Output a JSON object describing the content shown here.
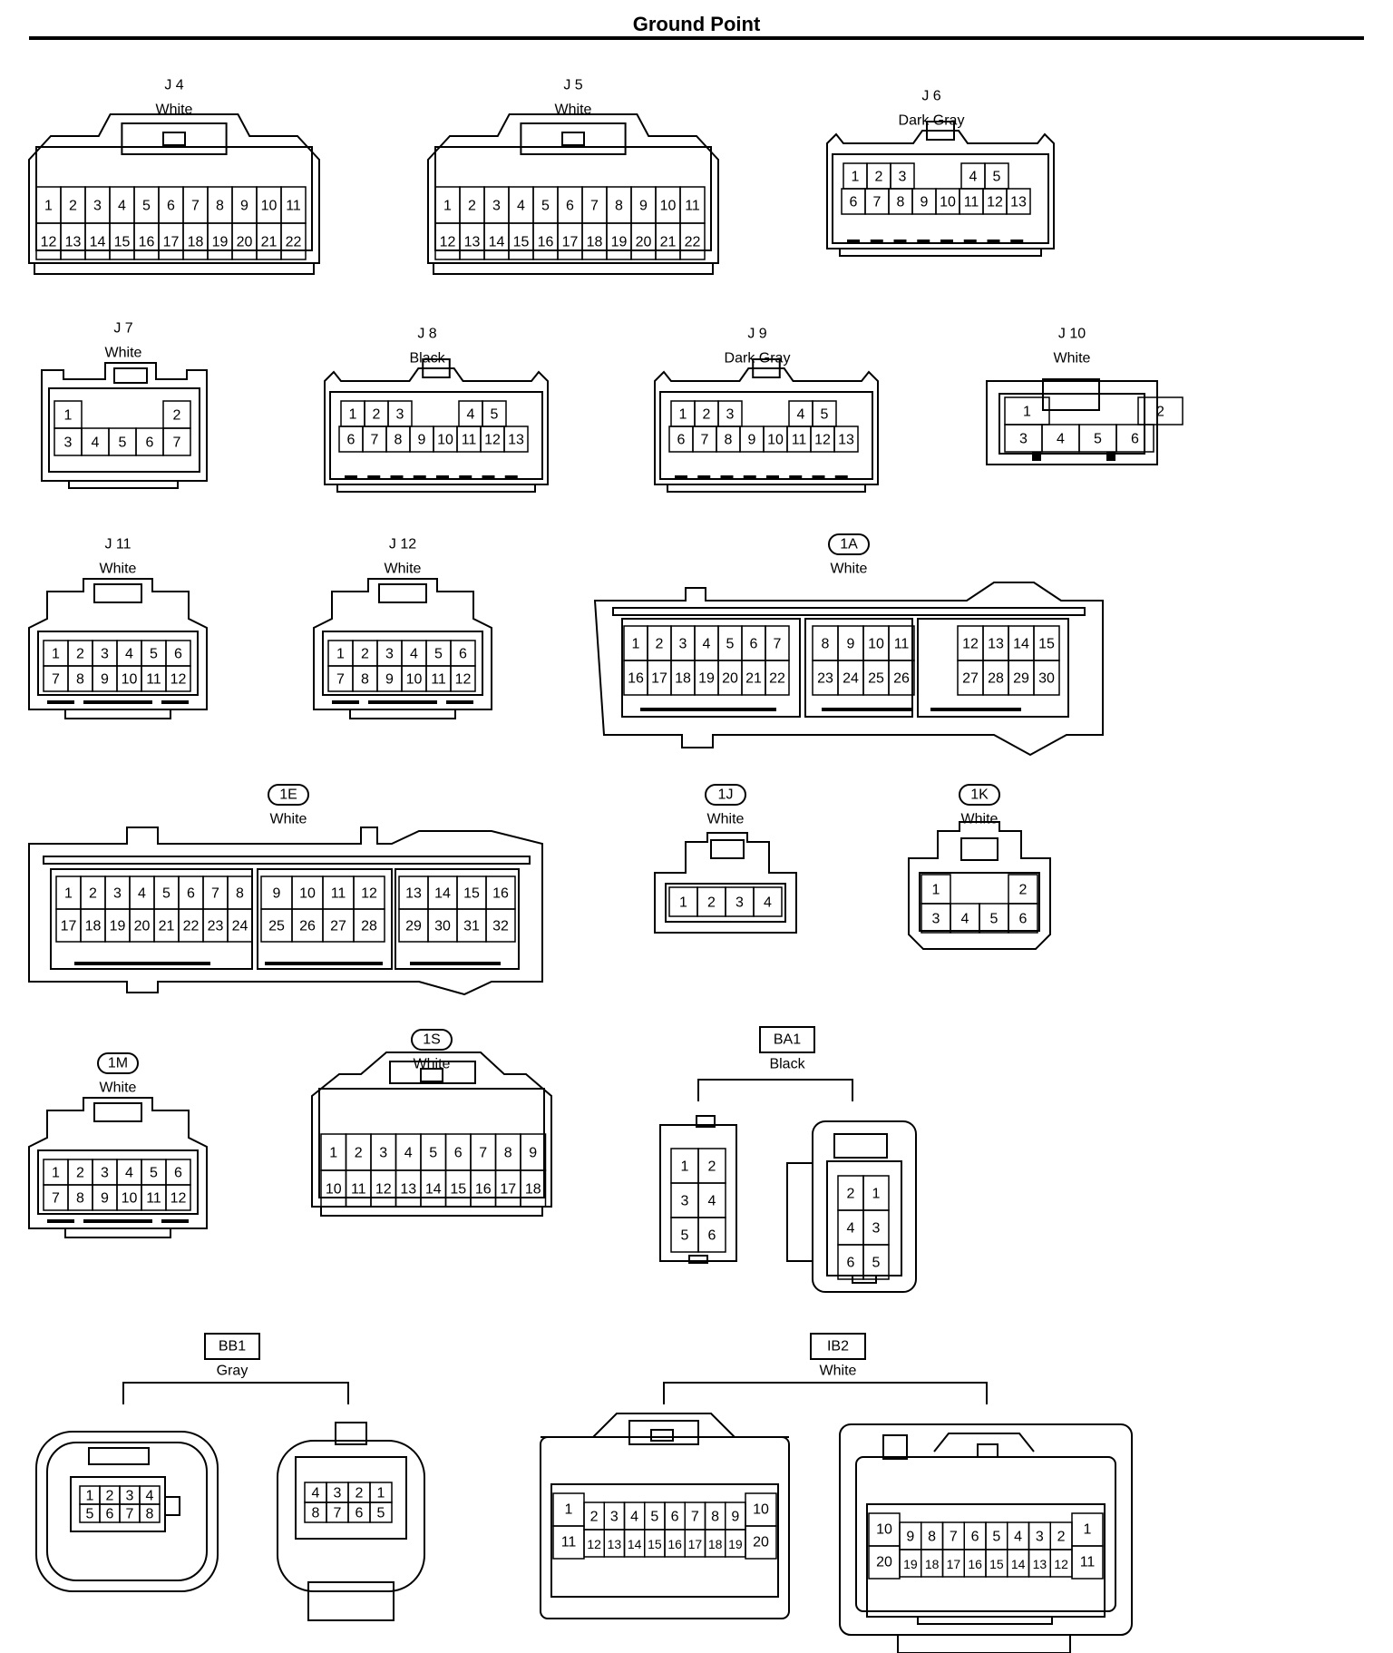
{
  "page": {
    "title": "Ground Point"
  },
  "connectors": [
    {
      "id": "J4",
      "code": "J 4",
      "color": "White",
      "boxed": "none",
      "rows": [
        [
          "1",
          "2",
          "3",
          "4",
          "5",
          "6",
          "7",
          "8",
          "9",
          "10",
          "11"
        ],
        [
          "12",
          "13",
          "14",
          "15",
          "16",
          "17",
          "18",
          "19",
          "20",
          "21",
          "22"
        ]
      ]
    },
    {
      "id": "J5",
      "code": "J 5",
      "color": "White",
      "boxed": "none",
      "rows": [
        [
          "1",
          "2",
          "3",
          "4",
          "5",
          "6",
          "7",
          "8",
          "9",
          "10",
          "11"
        ],
        [
          "12",
          "13",
          "14",
          "15",
          "16",
          "17",
          "18",
          "19",
          "20",
          "21",
          "22"
        ]
      ]
    },
    {
      "id": "J6",
      "code": "J 6",
      "color": "Dark Gray",
      "boxed": "none",
      "rows": [
        [
          "1",
          "2",
          "3",
          "",
          "",
          "4",
          "5"
        ],
        [
          "6",
          "7",
          "8",
          "9",
          "10",
          "11",
          "12",
          "13"
        ]
      ]
    },
    {
      "id": "J7",
      "code": "J 7",
      "color": "White",
      "boxed": "none",
      "rows": [
        [
          "1",
          "",
          "",
          "",
          "2"
        ],
        [
          "3",
          "4",
          "5",
          "6",
          "7"
        ]
      ]
    },
    {
      "id": "J8",
      "code": "J 8",
      "color": "Black",
      "boxed": "none",
      "rows": [
        [
          "1",
          "2",
          "3",
          "",
          "",
          "4",
          "5"
        ],
        [
          "6",
          "7",
          "8",
          "9",
          "10",
          "11",
          "12",
          "13"
        ]
      ]
    },
    {
      "id": "J9",
      "code": "J 9",
      "color": "Dark Gray",
      "boxed": "none",
      "rows": [
        [
          "1",
          "2",
          "3",
          "",
          "",
          "4",
          "5"
        ],
        [
          "6",
          "7",
          "8",
          "9",
          "10",
          "11",
          "12",
          "13"
        ]
      ]
    },
    {
      "id": "J10",
      "code": "J 10",
      "color": "White",
      "boxed": "none",
      "rows": [
        [
          "1",
          "",
          "",
          "2"
        ],
        [
          "3",
          "4",
          "5",
          "6"
        ]
      ]
    },
    {
      "id": "J11",
      "code": "J 11",
      "color": "White",
      "boxed": "none",
      "rows": [
        [
          "1",
          "2",
          "3",
          "4",
          "5",
          "6"
        ],
        [
          "7",
          "8",
          "9",
          "10",
          "11",
          "12"
        ]
      ]
    },
    {
      "id": "J12",
      "code": "J 12",
      "color": "White",
      "boxed": "none",
      "rows": [
        [
          "1",
          "2",
          "3",
          "4",
          "5",
          "6"
        ],
        [
          "7",
          "8",
          "9",
          "10",
          "11",
          "12"
        ]
      ]
    },
    {
      "id": "1A",
      "code": "1A",
      "color": "White",
      "boxed": "oval",
      "groups": [
        [
          [
            "1",
            "2",
            "3",
            "4",
            "5",
            "6",
            "7"
          ],
          [
            "16",
            "17",
            "18",
            "19",
            "20",
            "21",
            "22"
          ]
        ],
        [
          [
            "8",
            "9",
            "10",
            "11"
          ],
          [
            "23",
            "24",
            "25",
            "26"
          ]
        ],
        [
          [
            "12",
            "13",
            "14",
            "15"
          ],
          [
            "27",
            "28",
            "29",
            "30"
          ]
        ]
      ]
    },
    {
      "id": "1E",
      "code": "1E",
      "color": "White",
      "boxed": "oval",
      "groups": [
        [
          [
            "1",
            "2",
            "3",
            "4",
            "5",
            "6",
            "7",
            "8"
          ],
          [
            "17",
            "18",
            "19",
            "20",
            "21",
            "22",
            "23",
            "24"
          ]
        ],
        [
          [
            "9",
            "10",
            "11",
            "12"
          ],
          [
            "25",
            "26",
            "27",
            "28"
          ]
        ],
        [
          [
            "13",
            "14",
            "15",
            "16"
          ],
          [
            "29",
            "30",
            "31",
            "32"
          ]
        ]
      ]
    },
    {
      "id": "1J",
      "code": "1J",
      "color": "White",
      "boxed": "oval",
      "rows": [
        [
          "1",
          "2",
          "3",
          "4"
        ]
      ]
    },
    {
      "id": "1K",
      "code": "1K",
      "color": "White",
      "boxed": "oval",
      "rows": [
        [
          "1",
          "",
          "",
          "2"
        ],
        [
          "3",
          "4",
          "5",
          "6"
        ]
      ]
    },
    {
      "id": "1M",
      "code": "1M",
      "color": "White",
      "boxed": "oval",
      "rows": [
        [
          "1",
          "2",
          "3",
          "4",
          "5",
          "6"
        ],
        [
          "7",
          "8",
          "9",
          "10",
          "11",
          "12"
        ]
      ]
    },
    {
      "id": "1S",
      "code": "1S",
      "color": "White",
      "boxed": "oval",
      "rows": [
        [
          "1",
          "2",
          "3",
          "4",
          "5",
          "6",
          "7",
          "8",
          "9"
        ],
        [
          "10",
          "11",
          "12",
          "13",
          "14",
          "15",
          "16",
          "17",
          "18"
        ]
      ]
    },
    {
      "id": "BA1",
      "code": "BA1",
      "color": "Black",
      "boxed": "rect",
      "parts": [
        [
          [
            "1",
            "2"
          ],
          [
            "3",
            "4"
          ],
          [
            "5",
            "6"
          ]
        ],
        [
          [
            "2",
            "1"
          ],
          [
            "4",
            "3"
          ],
          [
            "6",
            "5"
          ]
        ]
      ]
    },
    {
      "id": "BB1",
      "code": "BB1",
      "color": "Gray",
      "boxed": "rect",
      "parts": [
        [
          [
            "1",
            "2",
            "3",
            "4"
          ],
          [
            "5",
            "6",
            "7",
            "8"
          ]
        ],
        [
          [
            "4",
            "3",
            "2",
            "1"
          ],
          [
            "8",
            "7",
            "6",
            "5"
          ]
        ]
      ]
    },
    {
      "id": "IB2",
      "code": "IB2",
      "color": "White",
      "boxed": "rect",
      "parts": [
        {
          "top": [
            "2",
            "3",
            "4",
            "5",
            "6",
            "7",
            "8",
            "9"
          ],
          "bottom": [
            "12",
            "13",
            "14",
            "15",
            "16",
            "17",
            "18",
            "19"
          ],
          "left": [
            "1",
            "11"
          ],
          "right": [
            "10",
            "20"
          ]
        },
        {
          "top": [
            "9",
            "8",
            "7",
            "6",
            "5",
            "4",
            "3",
            "2"
          ],
          "bottom": [
            "19",
            "18",
            "17",
            "16",
            "15",
            "14",
            "13",
            "12"
          ],
          "left": [
            "10",
            "20"
          ],
          "right": [
            "1",
            "11"
          ]
        }
      ]
    }
  ]
}
